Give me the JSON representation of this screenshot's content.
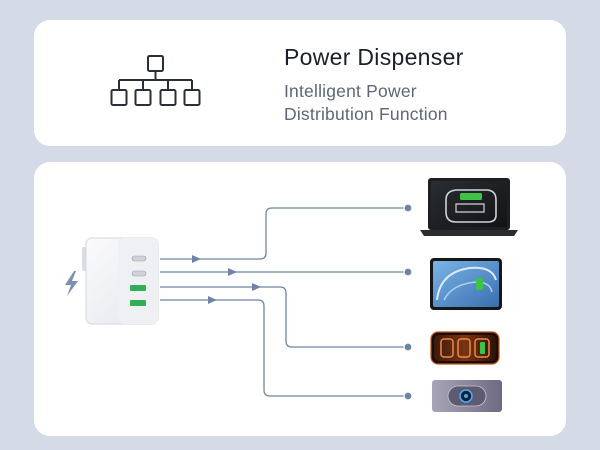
{
  "header": {
    "title": "Power Dispenser",
    "subtitle_line1": "Intelligent Power",
    "subtitle_line2": "Distribution Function"
  },
  "icons": {
    "header_icon": "hierarchy-tree-icon",
    "charger_icon": "lightning-bolt-icon"
  },
  "devices": [
    {
      "name": "laptop",
      "icon": "laptop-icon"
    },
    {
      "name": "tablet",
      "icon": "tablet-icon"
    },
    {
      "name": "phone",
      "icon": "phone-icon"
    },
    {
      "name": "earbuds",
      "icon": "earbuds-icon"
    }
  ],
  "colors": {
    "background": "#d4dae6",
    "card": "#ffffff",
    "line": "#6d84a6",
    "title": "#1b1f27",
    "subtitle": "#5f6675",
    "charge_green": "#3ec24a"
  }
}
